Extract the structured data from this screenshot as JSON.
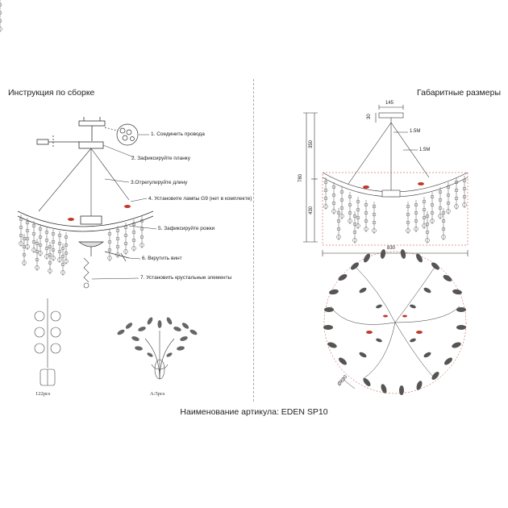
{
  "headers": {
    "left": "Инструкция по сборке",
    "right": "Габаритные размеры"
  },
  "steps": [
    "1. Соединить провода",
    "2. Зафиксируйте планку",
    "3.Отрегулируйте длину",
    "4. Установите лампы G9 (нет в комплекте)",
    "5. Зафиксируйте рожки",
    "6. Вкрутить винт",
    "7. Установить крустальные элементы"
  ],
  "parts": {
    "crystals_count": "122pcs",
    "arms_count": "A:5pcs"
  },
  "dimensions": {
    "canopy_width": "145",
    "canopy_height": "30",
    "cable_a": "1.5M",
    "cable_b": "1.5M",
    "upper_height": "350",
    "total_height": "780",
    "lower_height": "430",
    "width": "830",
    "diameter": "Ø830"
  },
  "article": "Наименование артикула: EDEN SP10",
  "colors": {
    "line": "#333333",
    "accent": "#c0392b",
    "divider": "#999999"
  }
}
